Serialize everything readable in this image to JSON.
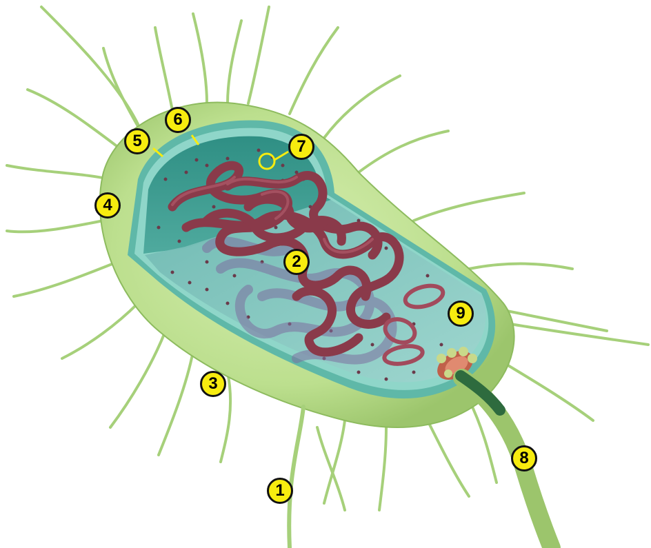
{
  "colors": {
    "label_fill": "#f7ec0f",
    "label_stroke": "#111111",
    "pili": "#a6d07a",
    "capsule": "#c5e39a",
    "capsule_shade": "#9cc56c",
    "cell_wall": "#5fb8a8",
    "membrane": "#8fd6c9",
    "cytoplasm": "#7cc4bd",
    "nucleoid": "#8a3a4a",
    "nucleoid_deep": "#7d6fa0",
    "plasmid": "#a24a5c",
    "flagellum": "#9cc56c",
    "motor": "#c0604a"
  },
  "labels": [
    {
      "id": "1",
      "text": "1",
      "target": "pilus"
    },
    {
      "id": "2",
      "text": "2",
      "target": "nucleoid"
    },
    {
      "id": "3",
      "text": "3",
      "target": "pili"
    },
    {
      "id": "4",
      "text": "4",
      "target": "capsule"
    },
    {
      "id": "5",
      "text": "5",
      "target": "cell-wall"
    },
    {
      "id": "6",
      "text": "6",
      "target": "plasma-membrane"
    },
    {
      "id": "7",
      "text": "7",
      "target": "ribosome"
    },
    {
      "id": "8",
      "text": "8",
      "target": "flagellum"
    },
    {
      "id": "9",
      "text": "9",
      "target": "plasmid"
    }
  ]
}
